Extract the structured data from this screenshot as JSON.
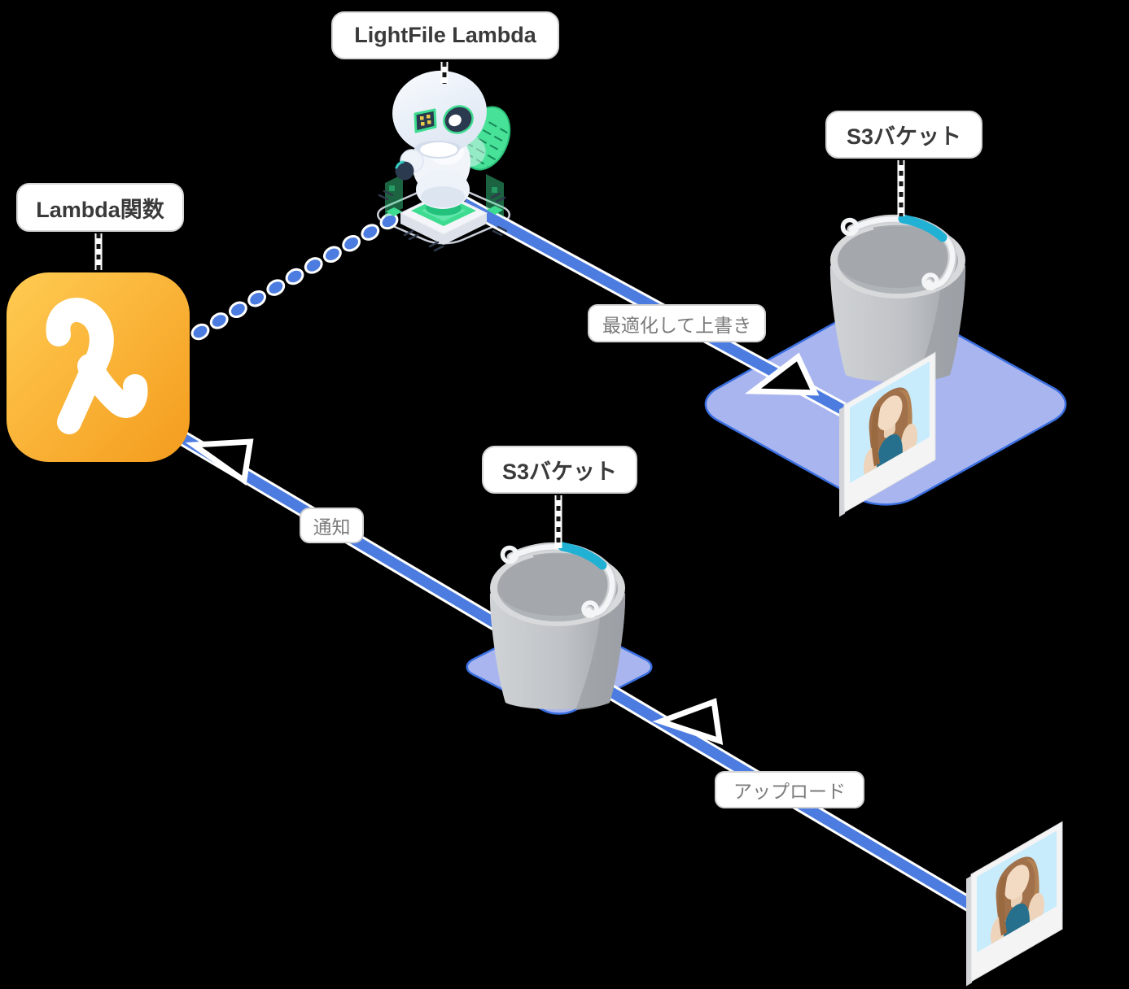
{
  "diagram": {
    "title": "LightFile Lambda image optimization flow",
    "background_color": "#000000",
    "nodes": {
      "lightfile": {
        "label": "LightFile Lambda",
        "icon": "robot-mascot-on-chip-icon"
      },
      "lambda_function": {
        "label": "Lambda関数",
        "icon": "aws-lambda-icon"
      },
      "s3_bucket_right": {
        "label": "S3バケット",
        "icon": "s3-bucket-icon"
      },
      "s3_bucket_middle": {
        "label": "S3バケット",
        "icon": "s3-bucket-icon"
      }
    },
    "edges": {
      "optimize": {
        "label": "最適化して上書き",
        "from": "lightfile",
        "to": "s3_bucket_right",
        "style": "solid-arrow"
      },
      "notify": {
        "label": "通知",
        "from": "s3_bucket_middle",
        "to": "lambda_function",
        "style": "solid-arrow"
      },
      "upload": {
        "label": "アップロード",
        "from": "photo",
        "to": "s3_bucket_middle",
        "style": "solid-arrow"
      },
      "trigger": {
        "label": "",
        "from": "lambda_function",
        "to": "lightfile",
        "style": "dotted"
      }
    },
    "icons": [
      "robot-mascot-icon",
      "chip-platform-icon",
      "aws-lambda-icon",
      "s3-bucket-icon",
      "s3-bucket-icon",
      "photo-thumbnail-icon",
      "photo-thumbnail-icon",
      "arrowhead-icon",
      "dotted-trail-icon",
      "dashed-connector-icon"
    ],
    "colors": {
      "flow_line_blue": "#4d7ce0",
      "platform_fill": "#a9b5ef",
      "platform_border": "#3a6fe0",
      "lambda_gradient_top": "#ffcb52",
      "lambda_gradient_bottom": "#f49c1d",
      "mascot_green": "#3edc90",
      "bucket_teal_grip": "#21b1d4",
      "bucket_gray": "#b3b7bb",
      "label_text_dark": "#3a3a3a",
      "label_text_gray": "#7b7b7b",
      "photo_sky": "#c9ecfc"
    }
  }
}
